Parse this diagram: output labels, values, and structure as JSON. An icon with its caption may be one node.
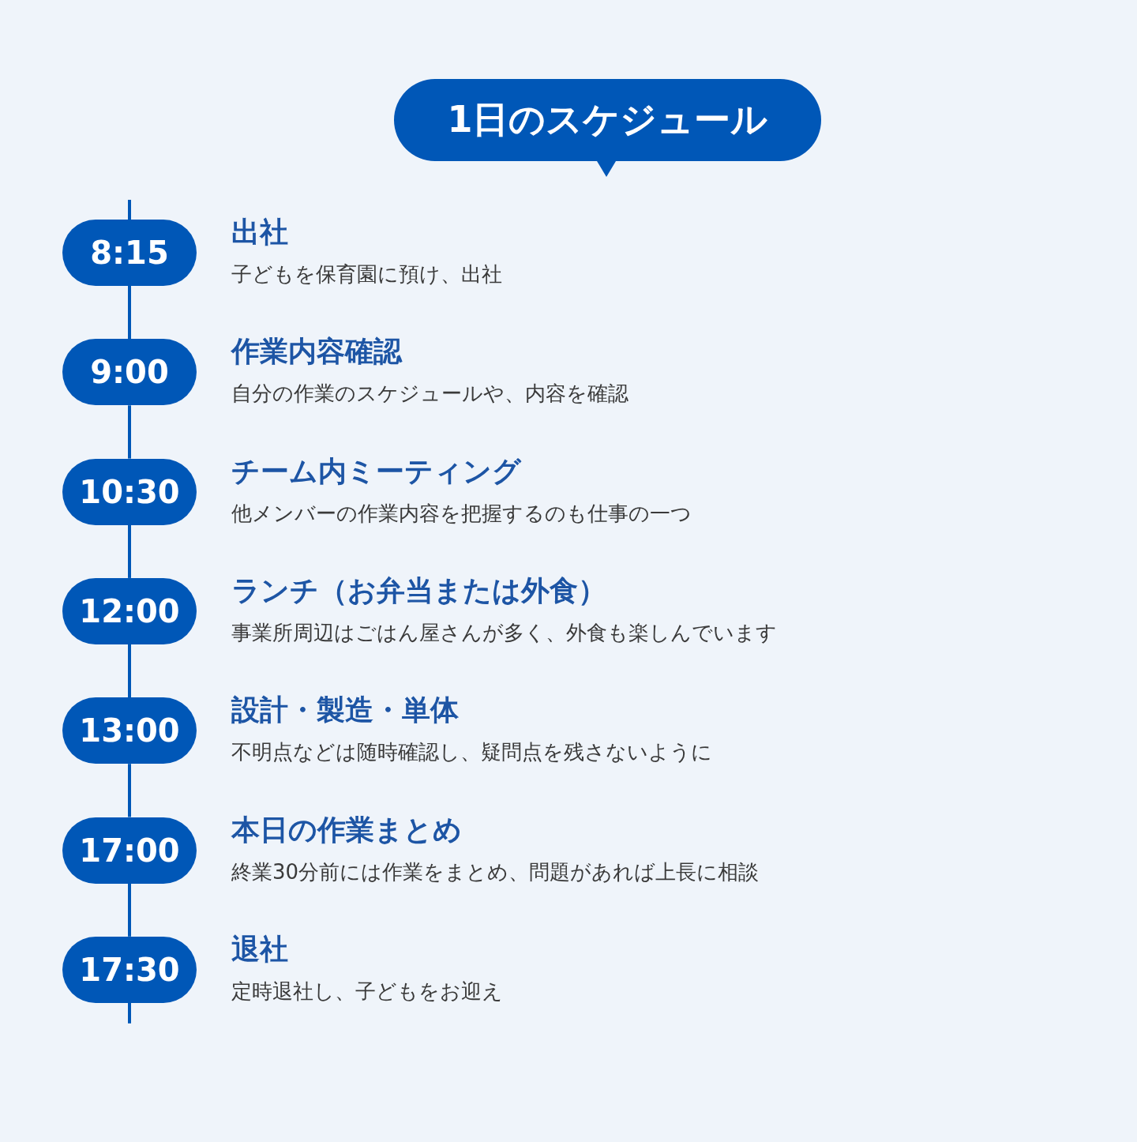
{
  "diagram": {
    "title": "1日のスケジュール",
    "nodes": [
      {
        "text": [
          "8:15"
        ],
        "beside": [
          "出社",
          "子どもを保育園に預け、出社"
        ]
      },
      {
        "text": [
          "9:00"
        ],
        "beside": [
          "作業内容確認",
          "自分の作業のスケジュールや、内容を確認"
        ]
      },
      {
        "text": [
          "10:30"
        ],
        "beside": [
          "チーム内ミーティング",
          "他メンバーの作業内容を把握するのも仕事の一つ"
        ]
      },
      {
        "text": [
          "12:00"
        ],
        "beside": [
          "ランチ（お弁当または外食）",
          "事業所周辺はごはん屋さんが多く、外食も楽しんでいます"
        ]
      },
      {
        "text": [
          "13:00"
        ],
        "beside": [
          "設計・製造・単体",
          "不明点などは随時確認し、疑問点を残さないように"
        ]
      },
      {
        "text": [
          "17:00"
        ],
        "beside": [
          "本日の作業まとめ",
          "終業30分前には作業をまとめ、問題があれば上長に相談"
        ]
      },
      {
        "text": [
          "17:30"
        ],
        "beside": [
          "退社",
          "定時退社し、子どもをお迎え"
        ]
      }
    ],
    "edges": [
      {
        "from": 0,
        "to": 1,
        "arrow": "none"
      },
      {
        "from": 1,
        "to": 2,
        "arrow": "none"
      },
      {
        "from": 2,
        "to": 3,
        "arrow": "none"
      },
      {
        "from": 3,
        "to": 4,
        "arrow": "none"
      },
      {
        "from": 4,
        "to": 5,
        "arrow": "none"
      },
      {
        "from": 5,
        "to": 6,
        "arrow": "none"
      }
    ]
  }
}
